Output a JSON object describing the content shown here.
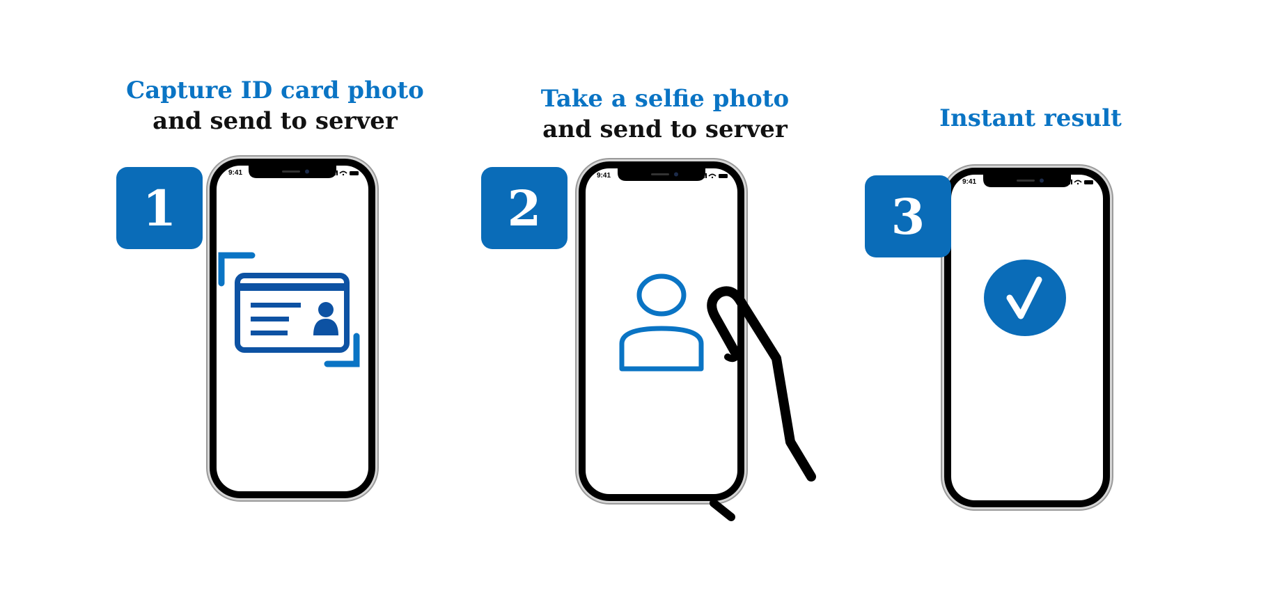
{
  "colors": {
    "accent": "#0a74c4",
    "badge": "#0a6cb8",
    "icon_dark": "#0d52a3",
    "text_dark": "#111111"
  },
  "steps": [
    {
      "number": "1",
      "caption_line1": "Capture ID card photo",
      "caption_line2": "and send to server",
      "status_time": "9:41",
      "icon": "id-card-icon"
    },
    {
      "number": "2",
      "caption_line1": "Take a selfie photo",
      "caption_line2": "and send to server",
      "status_time": "9:41",
      "icon": "person-icon"
    },
    {
      "number": "3",
      "caption_line1": "Instant result",
      "caption_line2": "",
      "status_time": "9:41",
      "icon": "checkmark-icon"
    }
  ]
}
